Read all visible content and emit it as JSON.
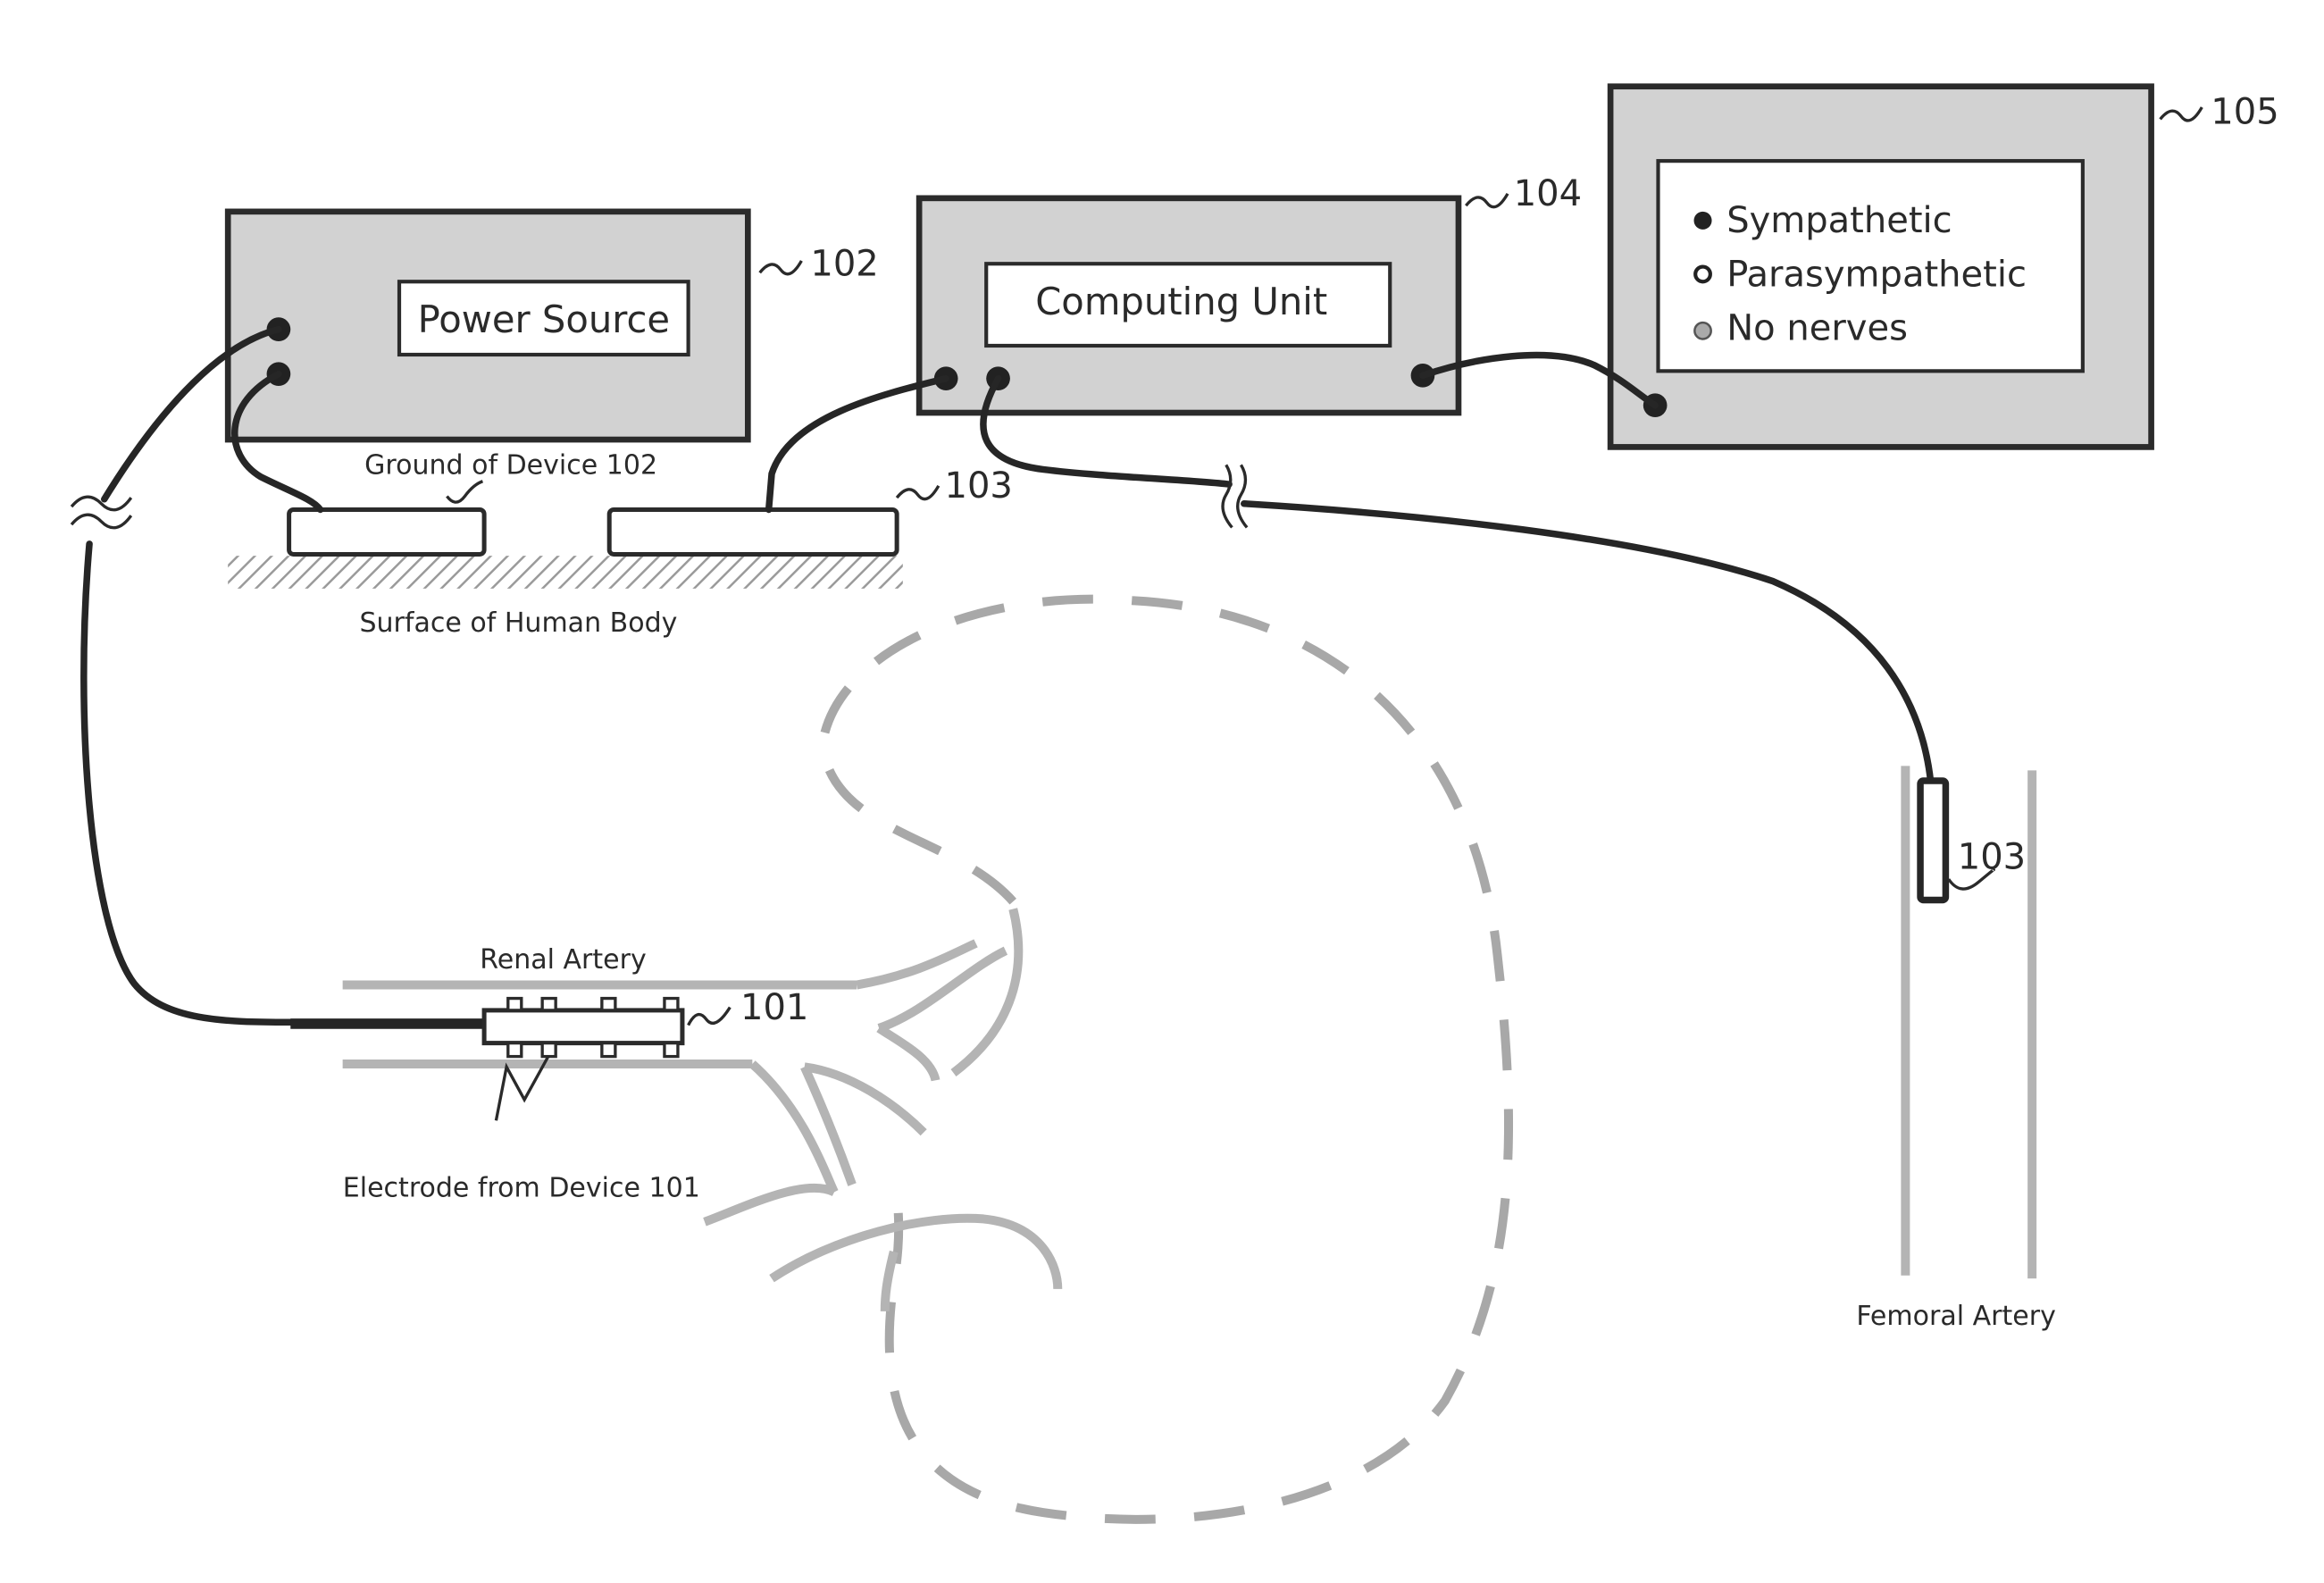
{
  "devices": {
    "power_source": {
      "label": "Power Source",
      "ref": "102"
    },
    "computing_unit": {
      "label": "Computing Unit",
      "ref": "104"
    },
    "display": {
      "ref": "105",
      "legend": [
        {
          "marker": "filled-dot",
          "label": "Sympathetic"
        },
        {
          "marker": "hollow-dot",
          "label": "Parasympathetic"
        },
        {
          "marker": "gray-dot",
          "label": "No nerves"
        }
      ]
    }
  },
  "surface": {
    "ground_label": "Ground of Device 102",
    "pad_ref": "103",
    "surface_label": "Surface of Human Body"
  },
  "renal": {
    "artery_label": "Renal Artery",
    "electrode_ref": "101",
    "electrode_label": "Electrode from Device 101"
  },
  "femoral": {
    "electrode_ref": "103",
    "artery_label": "Femoral Artery"
  },
  "colors": {
    "box_fill": "#d2d2d2",
    "wire": "#262626",
    "vessel": "#b4b4b4",
    "kidney_outline": "#a8a8a8"
  }
}
